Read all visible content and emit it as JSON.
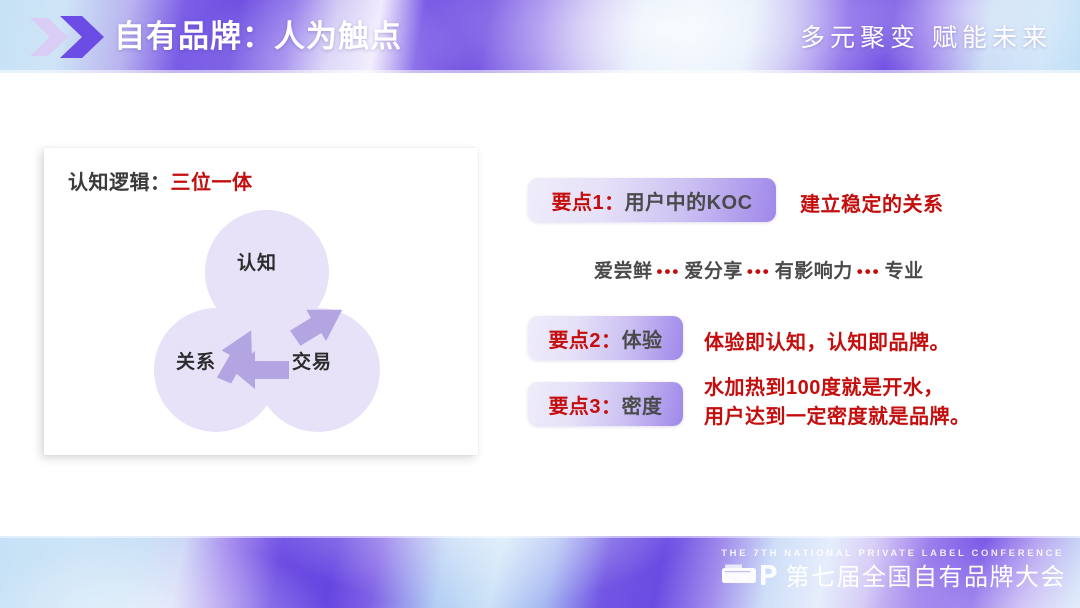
{
  "header": {
    "title": "自有品牌：人为触点",
    "slogan": "多元聚变 赋能未来",
    "chevron_icon": "double-chevron-right-icon"
  },
  "card": {
    "title_prefix": "认知逻辑：",
    "title_accent": "三位一体",
    "diagram": {
      "type": "cycle-venn",
      "nodes": [
        {
          "id": "top",
          "label": "认知"
        },
        {
          "id": "left",
          "label": "关系"
        },
        {
          "id": "right",
          "label": "交易"
        }
      ],
      "arrows": [
        {
          "from": "关系",
          "to": "认知"
        },
        {
          "from": "认知",
          "to": "交易"
        },
        {
          "from": "交易",
          "to": "关系"
        }
      ],
      "circle_color": "#e7e2f7",
      "arrow_color": "#b3a5e2"
    }
  },
  "points": [
    {
      "key": "要点1：",
      "value": "用户中的KOC",
      "note": "建立稳定的关系"
    },
    {
      "key": "要点2：",
      "value": "体验",
      "note": "体验即认知，认知即品牌。"
    },
    {
      "key": "要点3：",
      "value": "密度",
      "note_line1": "水加热到100度就是开水，",
      "note_line2": "用户达到一定密度就是品牌。"
    }
  ],
  "koc_traits": {
    "items": [
      "爱尝鲜",
      "爱分享",
      "有影响力",
      "专业"
    ],
    "separator": "•••"
  },
  "footer": {
    "brand_en": "THE 7TH NATIONAL PRIVATE LABEL CONFERENCE",
    "brand_cn": "第七届全国自有品牌大会",
    "logo_icon": "conference-logo-icon"
  },
  "colors": {
    "accent_red": "#c40d0d",
    "text_dark": "#3b3b3b",
    "purple": "#6a4ce2",
    "lavender": "#b3a5e2"
  }
}
